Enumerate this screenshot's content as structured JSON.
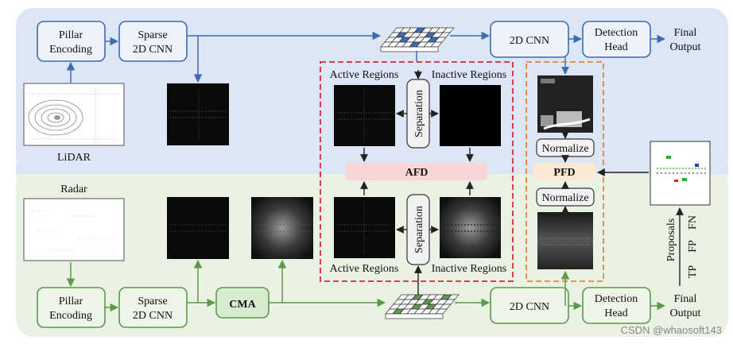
{
  "lidar_branch": {
    "pillar_encoding": [
      "Pillar",
      "Encoding"
    ],
    "sparse_cnn": [
      "Sparse",
      "2D CNN"
    ],
    "cnn2d": "2D CNN",
    "detection_head": [
      "Detection",
      "Head"
    ],
    "final_output": [
      "Final",
      "Output"
    ],
    "sensor_label": "LiDAR"
  },
  "radar_branch": {
    "sensor_label": "Radar",
    "pillar_encoding": [
      "Pillar",
      "Encoding"
    ],
    "sparse_cnn": [
      "Sparse",
      "2D CNN"
    ],
    "cma": "CMA",
    "cnn2d": "2D CNN",
    "detection_head": [
      "Detection",
      "Head"
    ],
    "final_output": [
      "Final",
      "Output"
    ]
  },
  "afd": {
    "label": "AFD",
    "active_regions_top": "Active Regions",
    "inactive_regions_top": "Inactive Regions",
    "active_regions_bottom": "Active Regions",
    "inactive_regions_bottom": "Inactive Regions",
    "separation": "Separation"
  },
  "pfd": {
    "label": "PFD",
    "normalize_top": "Normalize",
    "normalize_bottom": "Normalize"
  },
  "proposals": {
    "label": "Proposals",
    "tp": "TP",
    "fp": "FP",
    "fn": "FN"
  },
  "watermark": "CSDN @whaosoft143",
  "colors": {
    "top_band": "#dde6f5",
    "bottom_band": "#e9f2e3",
    "lidar_box_stroke": "#3d6bb3",
    "radar_box_stroke": "#5a9a4a",
    "cma_fill": "#d6ecd0",
    "afd_border": "#d9263a",
    "pfd_border": "#e6863a",
    "fusion_bar": "#f6d6d6",
    "tp": "#1f3fd6",
    "fp": "#22b32a",
    "fn": "#e0231f"
  }
}
